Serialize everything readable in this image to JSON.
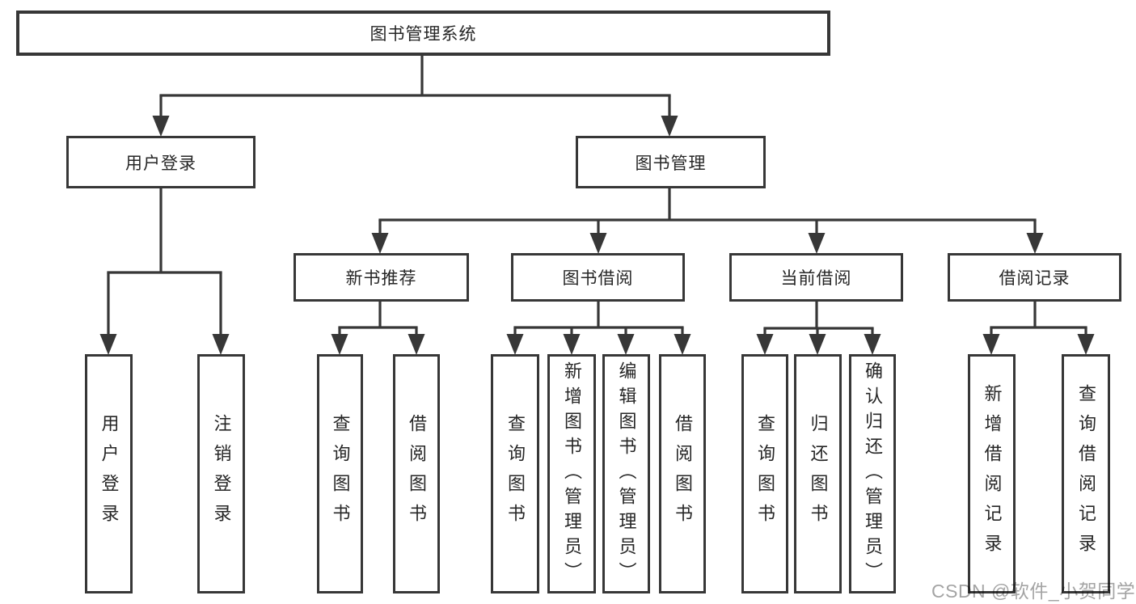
{
  "nodes": {
    "root": {
      "label": "图书管理系统"
    },
    "user_login": {
      "label": "用户登录",
      "children": [
        {
          "label": "用户登录"
        },
        {
          "label": "注销登录"
        }
      ]
    },
    "book_mgmt": {
      "label": "图书管理",
      "children": [
        {
          "label": "新书推荐",
          "children": [
            {
              "label": "查询图书"
            },
            {
              "label": "借阅图书"
            }
          ]
        },
        {
          "label": "图书借阅",
          "children": [
            {
              "label": "查询图书"
            },
            {
              "label": "新增图书（管理员）"
            },
            {
              "label": "编辑图书（管理员）"
            },
            {
              "label": "借阅图书"
            }
          ]
        },
        {
          "label": "当前借阅",
          "children": [
            {
              "label": "查询图书"
            },
            {
              "label": "归还图书"
            },
            {
              "label": "确认归还（管理员）"
            }
          ]
        },
        {
          "label": "借阅记录",
          "children": [
            {
              "label": "新增借阅记录"
            },
            {
              "label": "查询借阅记录"
            }
          ]
        }
      ]
    }
  },
  "watermark": {
    "text": "CSDN @软件_小贺同学"
  },
  "colors": {
    "line": "#373737",
    "border": "#373737",
    "text": "#262626",
    "watermark": "#a4a4a4",
    "background": "#ffffff"
  }
}
